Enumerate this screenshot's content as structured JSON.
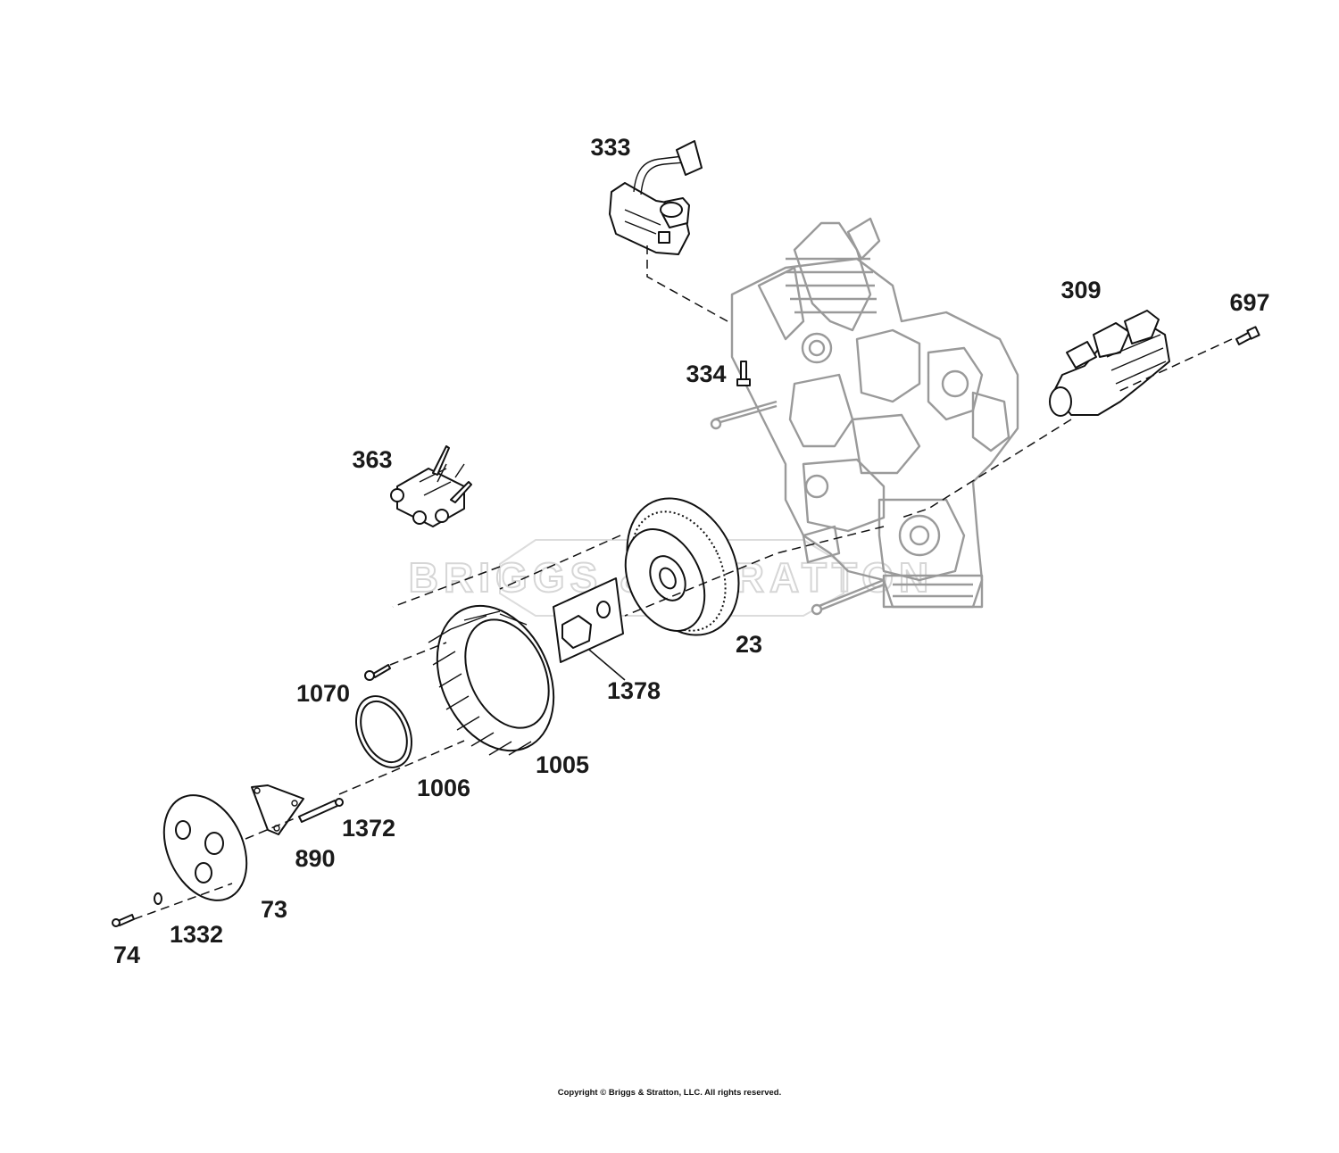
{
  "diagram": {
    "callouts": [
      {
        "id": "333",
        "label": "333"
      },
      {
        "id": "309",
        "label": "309"
      },
      {
        "id": "697",
        "label": "697"
      },
      {
        "id": "334",
        "label": "334"
      },
      {
        "id": "363",
        "label": "363"
      },
      {
        "id": "23",
        "label": "23"
      },
      {
        "id": "1378",
        "label": "1378"
      },
      {
        "id": "1070",
        "label": "1070"
      },
      {
        "id": "1005",
        "label": "1005"
      },
      {
        "id": "1006",
        "label": "1006"
      },
      {
        "id": "1372",
        "label": "1372"
      },
      {
        "id": "890",
        "label": "890"
      },
      {
        "id": "73",
        "label": "73"
      },
      {
        "id": "1332",
        "label": "1332"
      },
      {
        "id": "74",
        "label": "74"
      }
    ],
    "watermark": "BRIGGS & STRATTON",
    "copyright": "Copyright © Briggs & Stratton, LLC. All rights reserved."
  },
  "colors": {
    "line": "#111111",
    "ghost": "#9a9a9a",
    "watermark": "#d6d6d6",
    "background": "#ffffff"
  }
}
